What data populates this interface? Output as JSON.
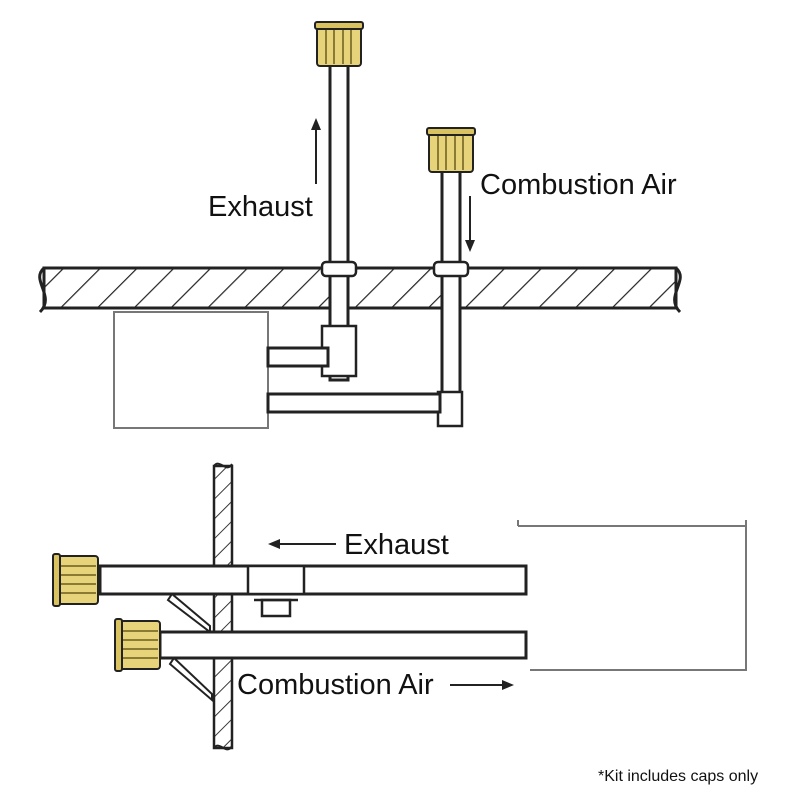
{
  "labels": {
    "top_exhaust": "Exhaust",
    "top_combustion_air": "Combustion Air",
    "side_exhaust": "Exhaust",
    "side_combustion_air": "Combustion Air",
    "footnote": "*Kit includes caps only"
  },
  "colors": {
    "line": "#222222",
    "cap_fill": "#e7d37a",
    "cap_stripe": "#8a7a34",
    "appliance": "#777777",
    "hatch": "#222222"
  },
  "icons": {
    "exhaust_arrow_top": "arrow-up-icon",
    "combustion_arrow_top": "arrow-down-icon",
    "exhaust_arrow_side": "arrow-left-icon",
    "combustion_arrow_side": "arrow-right-icon",
    "termination_cap": "vent-cap-icon"
  }
}
